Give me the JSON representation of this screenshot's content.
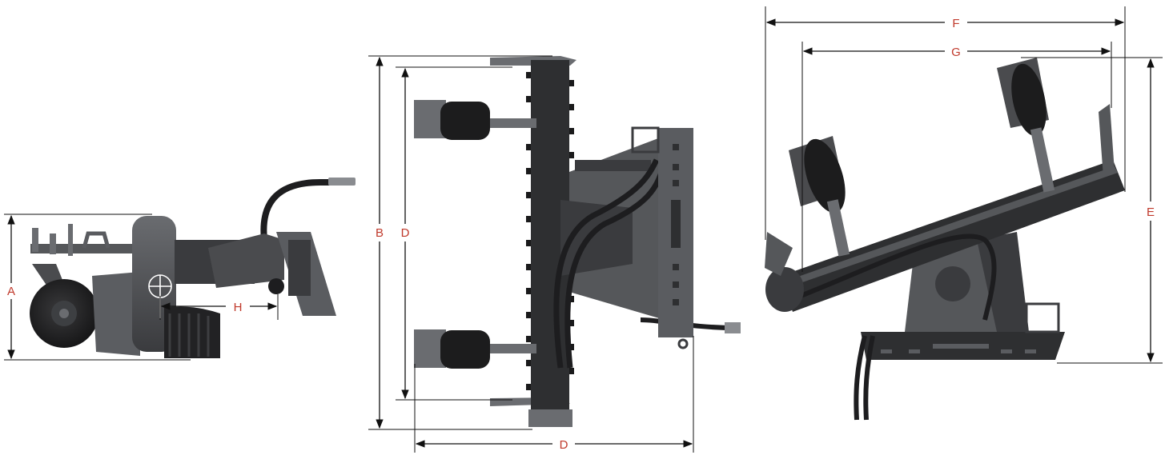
{
  "colors": {
    "background": "#ffffff",
    "machine_dark": "#2f3032",
    "machine_mid": "#55575a",
    "machine_light": "#7d8084",
    "tire": "#1c1c1d",
    "dimension_line": "#111111",
    "label_red": "#c0392b"
  },
  "views": {
    "side": {
      "labels": {
        "a": "A",
        "h": "H"
      }
    },
    "top": {
      "labels": {
        "b": "B",
        "d_vertical": "D",
        "d_horizontal": "D"
      }
    },
    "angled": {
      "labels": {
        "f": "F",
        "g": "G",
        "e": "E"
      }
    }
  }
}
